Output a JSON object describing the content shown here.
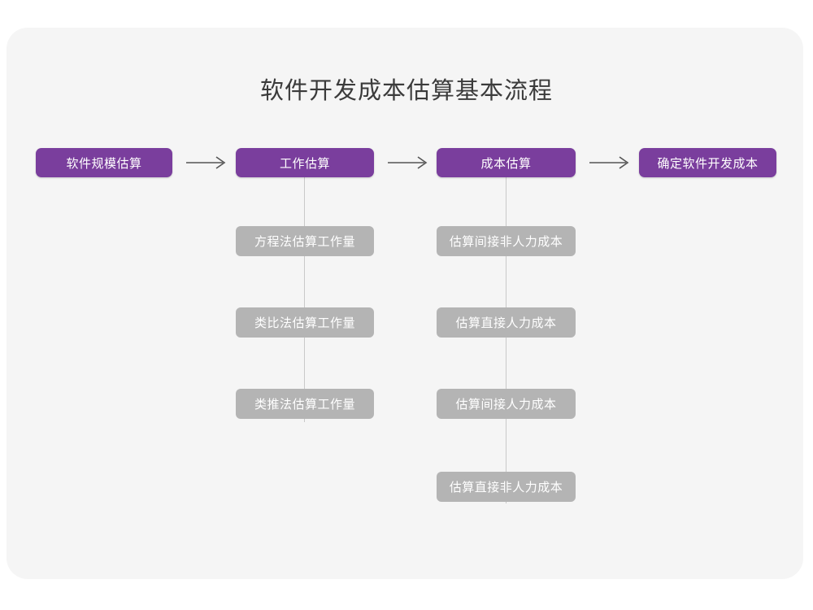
{
  "page": {
    "title": "软件开发成本估算基本流程",
    "card_color": "#f5f5f5",
    "background_color": "#ffffff"
  },
  "colors": {
    "primary": "#7a3e9d",
    "secondary": "#b4b4b4",
    "connector": "#c9c9c9",
    "arrow": "#555555",
    "title_text": "#3b3b3b",
    "node_text": "#ffffff"
  },
  "flow": {
    "stages": [
      {
        "label": "软件规模估算",
        "substeps": []
      },
      {
        "label": "工作估算",
        "substeps": [
          "方程法估算工作量",
          "类比法估算工作量",
          "类推法估算工作量"
        ]
      },
      {
        "label": "成本估算",
        "substeps": [
          "估算间接非人力成本",
          "估算直接人力成本",
          "估算间接人力成本",
          "估算直接非人力成本"
        ]
      },
      {
        "label": "确定软件开发成本",
        "substeps": []
      }
    ],
    "arrows": [
      {
        "name": "arrow-stage1-to-stage2",
        "glyph": "→"
      },
      {
        "name": "arrow-stage2-to-stage3",
        "glyph": "→"
      },
      {
        "name": "arrow-stage3-to-stage4",
        "glyph": "→"
      }
    ]
  }
}
